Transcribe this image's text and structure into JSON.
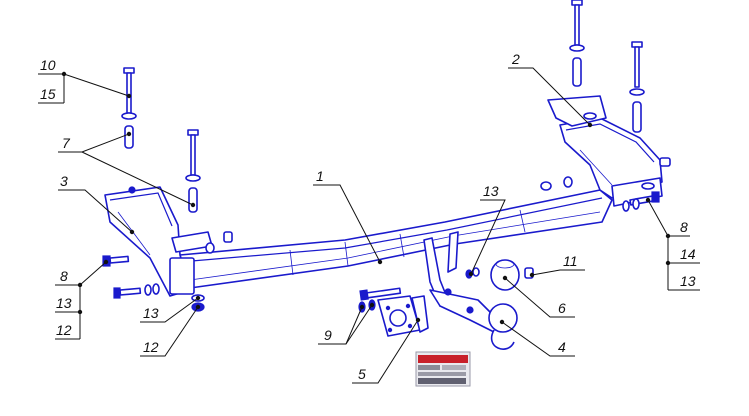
{
  "callouts": {
    "c1": "1",
    "c2": "2",
    "c3": "3",
    "c4": "4",
    "c5": "5",
    "c6": "6",
    "c7": "7",
    "c8_left": "8",
    "c8_right": "8",
    "c9": "9",
    "c10": "10",
    "c11": "11",
    "c12_left": "12",
    "c12_bottom": "12",
    "c13_leftstack": "13",
    "c13_leftmid": "13",
    "c13_center": "13",
    "c13_right": "13",
    "c14": "14",
    "c15": "15"
  },
  "colors": {
    "line_art": "#1a1acc",
    "leader": "#111111",
    "background": "#ffffff"
  },
  "label_plate": {
    "icon": "product-label-plate"
  }
}
